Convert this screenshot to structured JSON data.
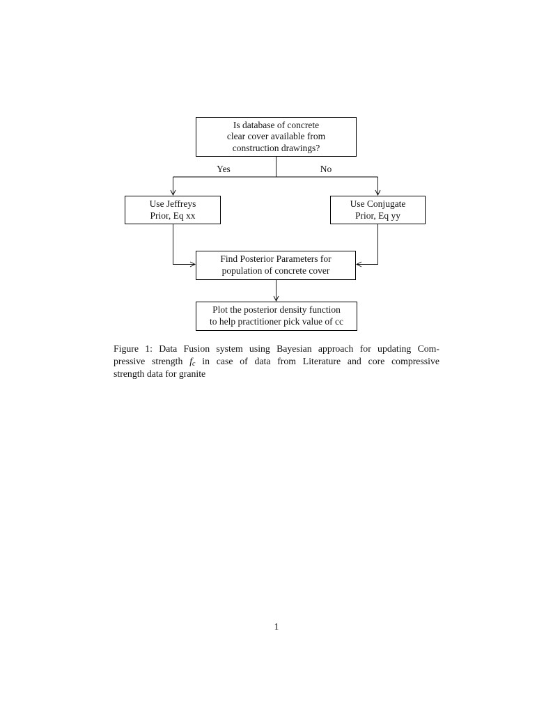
{
  "page": {
    "background": "#ffffff",
    "ink": "#000000",
    "page_number": "1"
  },
  "diagram": {
    "top_box": {
      "lines": [
        "Is database of concrete",
        "clear cover available from",
        "construction drawings?"
      ]
    },
    "yes_label": "Yes",
    "no_label": "No",
    "left_box": {
      "lines": [
        "Use Jeffreys",
        "Prior, Eq xx"
      ]
    },
    "right_box": {
      "lines": [
        "Use Conjugate",
        "Prior, Eq yy"
      ]
    },
    "middle_box": {
      "lines": [
        "Find Posterior Parameters for",
        "population of concrete cover"
      ]
    },
    "bottom_box": {
      "lines": [
        "Plot the posterior density function",
        "to help practitioner pick value of cc"
      ]
    }
  },
  "caption": {
    "line1": "Figure 1: Data Fusion system using Bayesian approach for updating Com-",
    "line2_pre": "pressive strength",
    "math_base": "f",
    "math_sub": "c",
    "line2_post": "in case of data from Literature and core compressive",
    "line3": "strength data for granite"
  }
}
